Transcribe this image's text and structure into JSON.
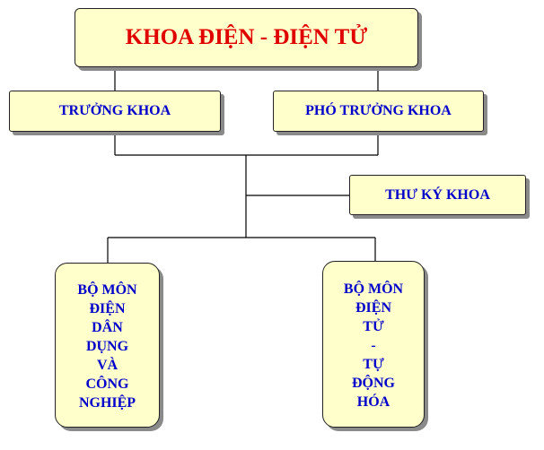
{
  "title": "KHOA ĐIỆN - ĐIỆN TỬ",
  "head": "TRƯỞNG KHOA",
  "deputy": "PHÓ TRƯỞNG KHOA",
  "secretary": "THƯ KÝ KHOA",
  "dept_left": [
    "BỘ MÔN",
    "ĐIỆN",
    "DÂN",
    "DỤNG",
    "VÀ",
    "CÔNG",
    "NGHIỆP"
  ],
  "dept_right": [
    "BỘ MÔN",
    "ĐIỆN",
    "TỬ",
    "-",
    "TỰ",
    "ĐỘNG",
    "HÓA"
  ],
  "colors": {
    "box_fill": "#ffffcc",
    "title_text": "#e00000",
    "label_text": "#0000cc",
    "line": "#000000"
  }
}
